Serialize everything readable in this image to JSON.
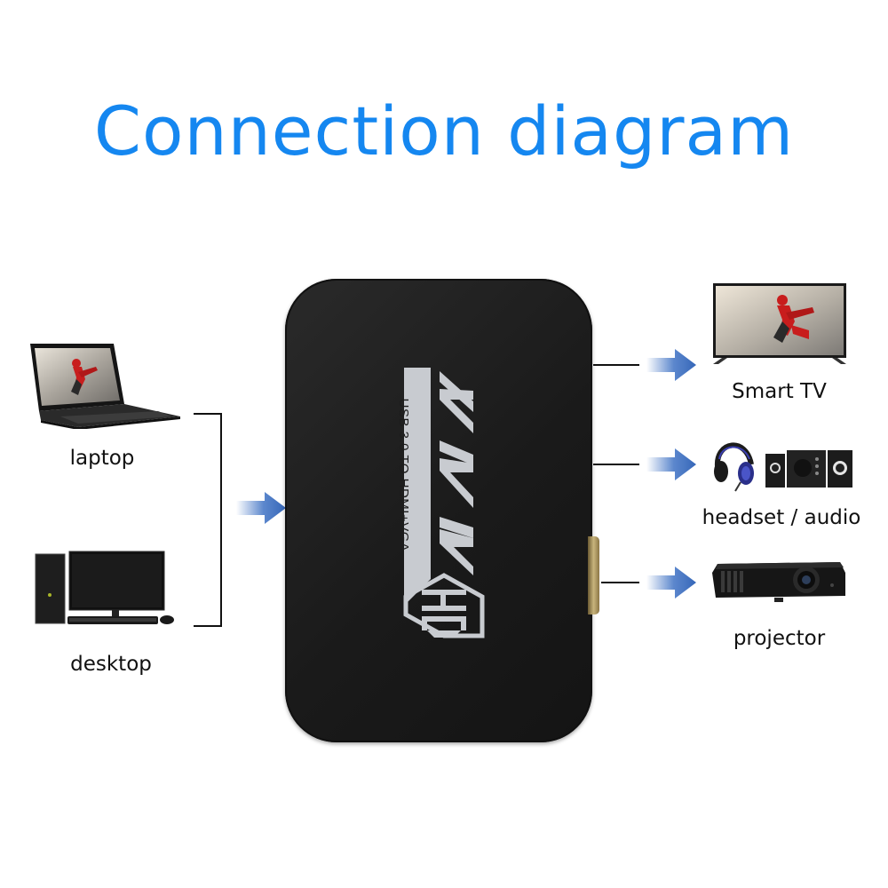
{
  "title": "Connection diagram",
  "inputs": [
    {
      "label": "laptop",
      "icon": "laptop-icon"
    },
    {
      "label": "desktop",
      "icon": "desktop-computer-icon"
    }
  ],
  "device": {
    "brand": "MINI",
    "logo": "HD",
    "subtitle": "USB 3.0 TO HDMI+VGA",
    "body_color": "#1c1c1c",
    "print_color": "#c8cbd0"
  },
  "outputs": [
    {
      "label": "Smart TV",
      "icon": "tv-icon"
    },
    {
      "label": "headset / audio",
      "icon": "headset-speakers-icon"
    },
    {
      "label": "projector",
      "icon": "projector-icon"
    }
  ],
  "colors": {
    "title": "#1587f0",
    "arrow": "#3f72c4",
    "line": "#111111"
  }
}
